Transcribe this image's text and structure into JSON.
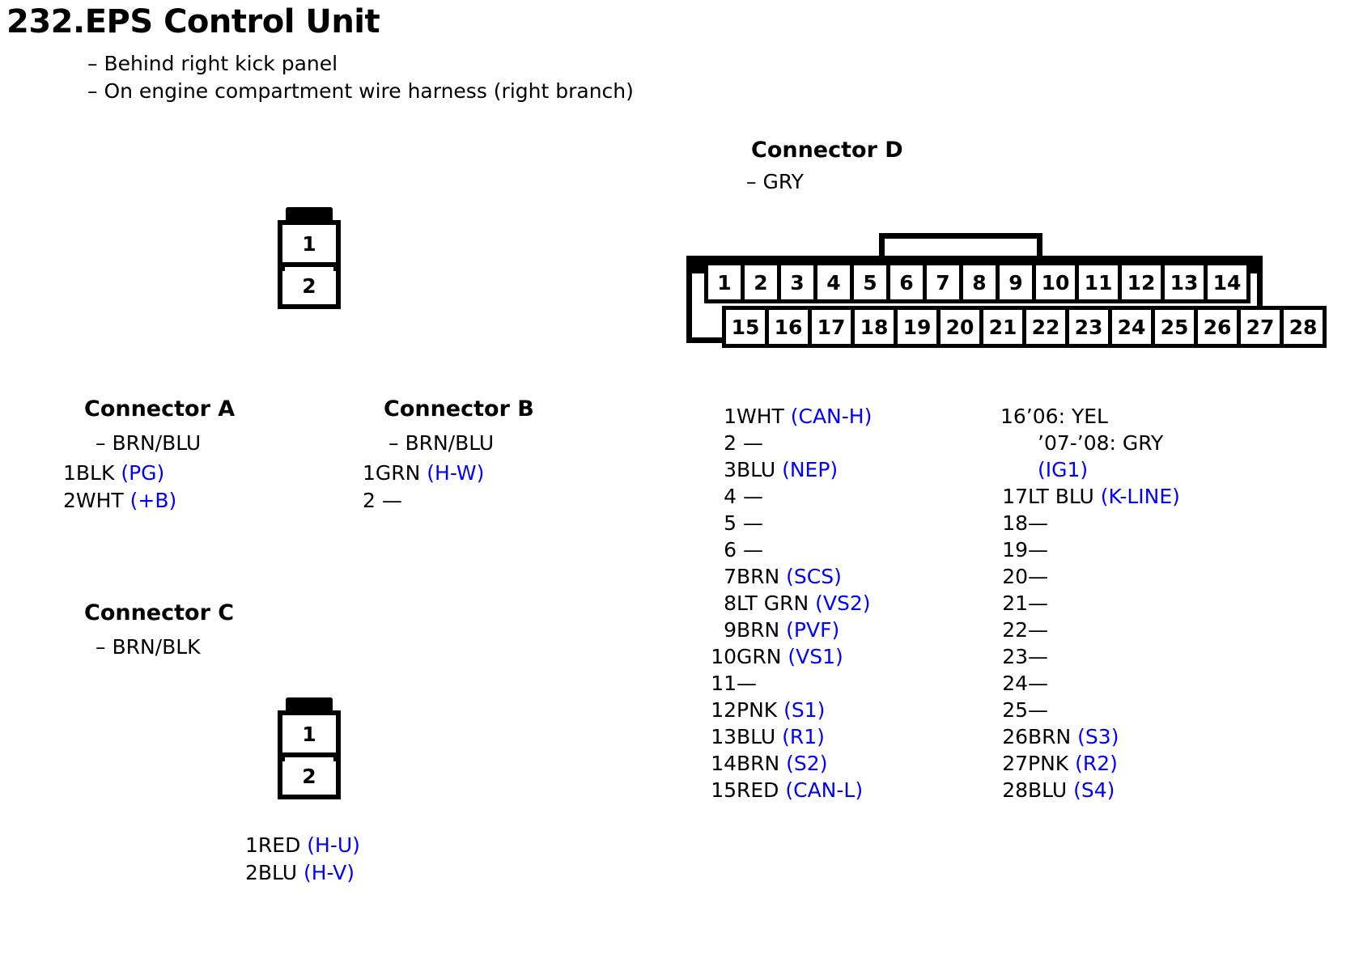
{
  "header": {
    "title": "232.EPS Control Unit",
    "notes": [
      "– Behind right kick panel",
      "– On engine compartment wire harness (right branch)"
    ]
  },
  "connectors": {
    "a": {
      "heading": "Connector A",
      "color": "– BRN/BLU",
      "pins": [
        {
          "label": "1BLK",
          "signal": "(PG)"
        },
        {
          "label": "2WHT",
          "signal": "(+B)"
        }
      ]
    },
    "b": {
      "heading": "Connector B",
      "color": "– BRN/BLU",
      "pins": [
        {
          "label": "1GRN",
          "signal": "(H-W)"
        },
        {
          "label": "2 —",
          "signal": ""
        }
      ]
    },
    "c": {
      "heading": "Connector C",
      "color": "– BRN/BLK",
      "pins": [
        {
          "label": "1RED",
          "signal": "(H-U)"
        },
        {
          "label": "2BLU",
          "signal": "(H-V)"
        }
      ]
    },
    "d": {
      "heading": "Connector D",
      "color": "– GRY",
      "row_top": [
        "1",
        "2",
        "3",
        "4",
        "5",
        "6",
        "7",
        "8",
        "9",
        "10",
        "11",
        "12",
        "13",
        "14"
      ],
      "row_bottom": [
        "15",
        "16",
        "17",
        "18",
        "19",
        "20",
        "21",
        "22",
        "23",
        "24",
        "25",
        "26",
        "27",
        "28"
      ]
    }
  },
  "two_pin_diagram": {
    "cell_1": "1",
    "cell_2": "2"
  },
  "pin_list_left": [
    {
      "num": "1",
      "wire": "WHT",
      "signal": "(CAN-H)"
    },
    {
      "num": "2",
      "wire": " —",
      "signal": ""
    },
    {
      "num": "3",
      "wire": "BLU",
      "signal": "(NEP)"
    },
    {
      "num": "4",
      "wire": " —",
      "signal": ""
    },
    {
      "num": "5",
      "wire": " —",
      "signal": ""
    },
    {
      "num": "6",
      "wire": " —",
      "signal": ""
    },
    {
      "num": "7",
      "wire": "BRN",
      "signal": "(SCS)"
    },
    {
      "num": "8",
      "wire": "LT GRN",
      "signal": "(VS2)"
    },
    {
      "num": "9",
      "wire": "BRN",
      "signal": "(PVF)"
    },
    {
      "num": "10",
      "wire": "GRN",
      "signal": "(VS1)"
    },
    {
      "num": "11",
      "wire": "—",
      "signal": ""
    },
    {
      "num": "12",
      "wire": "PNK",
      "signal": "(S1)"
    },
    {
      "num": "13",
      "wire": "BLU",
      "signal": "(R1)"
    },
    {
      "num": "14",
      "wire": "BRN",
      "signal": "(S2)"
    },
    {
      "num": "15",
      "wire": "RED",
      "signal": "(CAN-L)"
    }
  ],
  "pin_16": {
    "line_1": "16’06: YEL",
    "line_2": "’07-’08: GRY",
    "line_3": "(IG1)"
  },
  "pin_list_right": [
    {
      "num": "17",
      "wire": "LT BLU",
      "signal": "(K-LINE)"
    },
    {
      "num": "18",
      "wire": "—",
      "signal": ""
    },
    {
      "num": "19",
      "wire": "—",
      "signal": ""
    },
    {
      "num": "20",
      "wire": "—",
      "signal": ""
    },
    {
      "num": "21",
      "wire": "—",
      "signal": ""
    },
    {
      "num": "22",
      "wire": "—",
      "signal": ""
    },
    {
      "num": "23",
      "wire": "—",
      "signal": ""
    },
    {
      "num": "24",
      "wire": "—",
      "signal": ""
    },
    {
      "num": "25",
      "wire": "—",
      "signal": ""
    },
    {
      "num": "26",
      "wire": "BRN",
      "signal": "(S3)"
    },
    {
      "num": "27",
      "wire": "PNK",
      "signal": "(R2)"
    },
    {
      "num": "28",
      "wire": "BLU",
      "signal": "(S4)"
    }
  ],
  "colors": {
    "signal_text": "#0000ff",
    "body_text": "#000000",
    "background": "#ffffff"
  }
}
